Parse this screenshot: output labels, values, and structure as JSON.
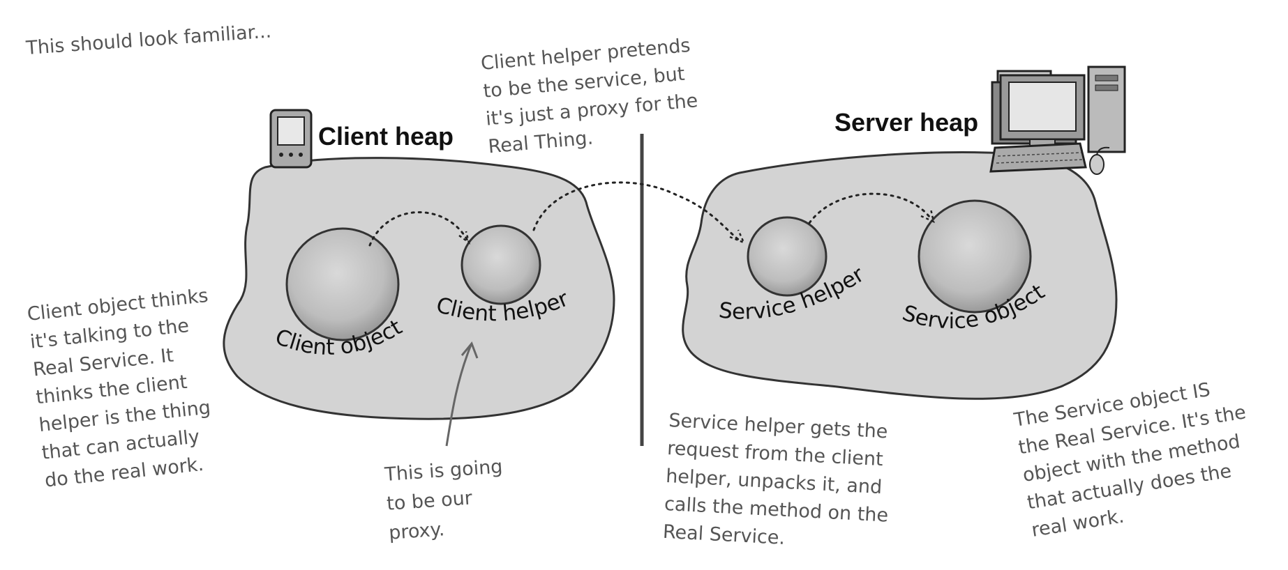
{
  "intro": "This should look familiar...",
  "client_heap": {
    "title": "Client heap",
    "client_object": "Client object",
    "client_helper": "Client helper"
  },
  "server_heap": {
    "title": "Server heap",
    "service_helper": "Service helper",
    "service_object": "Service object"
  },
  "notes": {
    "client_helper_note": [
      "Client helper pretends",
      "to be the service, but",
      "it's just a proxy for the",
      "Real Thing."
    ],
    "client_object_note": [
      "Client object thinks",
      "it's talking to the",
      "Real Service. It",
      "thinks the client",
      "helper is the thing",
      "that can actually",
      "do the real work."
    ],
    "proxy_note": [
      "This is going",
      "to be our",
      "proxy."
    ],
    "service_helper_note": [
      "Service helper gets the",
      "request from the client",
      "helper, unpacks it, and",
      "calls the method on the",
      "Real Service."
    ],
    "service_object_note": [
      "The Service object IS",
      "the Real Service. It's the",
      "object with the method",
      "that actually does the",
      "real work."
    ]
  },
  "icons": {
    "client_device": "pda-icon",
    "server_device": "desktop-computer-icon"
  },
  "colors": {
    "heap_fill": "#d3d3d3",
    "heap_stroke": "#333333",
    "note_text": "#555555",
    "divider": "#444444"
  }
}
